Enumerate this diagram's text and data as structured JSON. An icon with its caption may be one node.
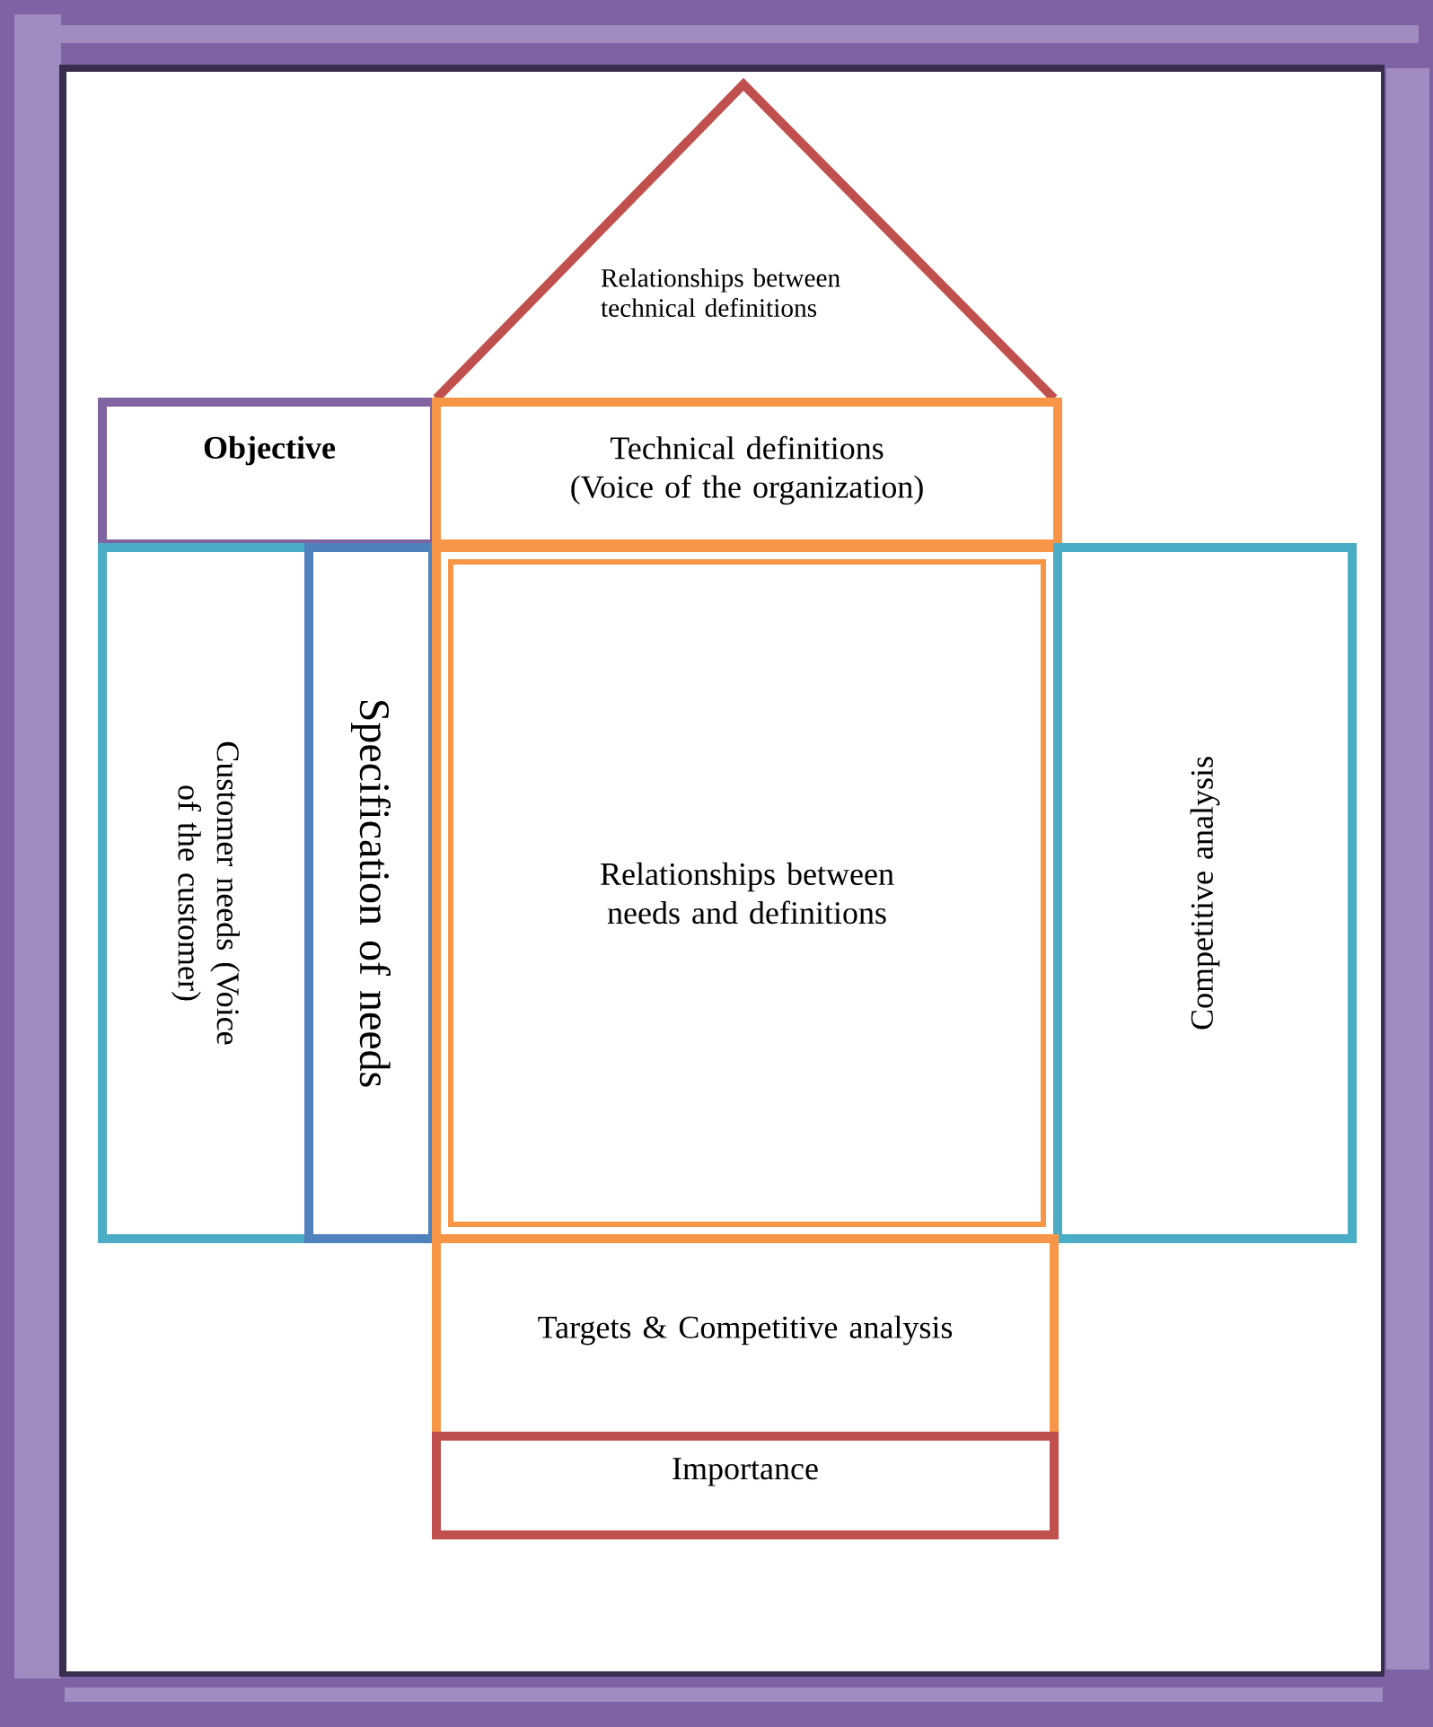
{
  "diagram": {
    "nodes": [
      {
        "text": [
          "Relationships between technical definitions"
        ]
      },
      {
        "text": [
          "Objective"
        ]
      },
      {
        "text": [
          "Technical definitions (Voice of the organization)"
        ]
      },
      {
        "text": [
          "Customer needs (Voice of the customer)"
        ]
      },
      {
        "text": [
          "Specification of needs"
        ]
      },
      {
        "text": [
          "Relationships between needs and definitions"
        ]
      },
      {
        "text": [
          "Competitive analysis"
        ]
      },
      {
        "text": [
          "Targets & Competitive analysis"
        ]
      },
      {
        "text": [
          "Importance"
        ]
      }
    ]
  }
}
